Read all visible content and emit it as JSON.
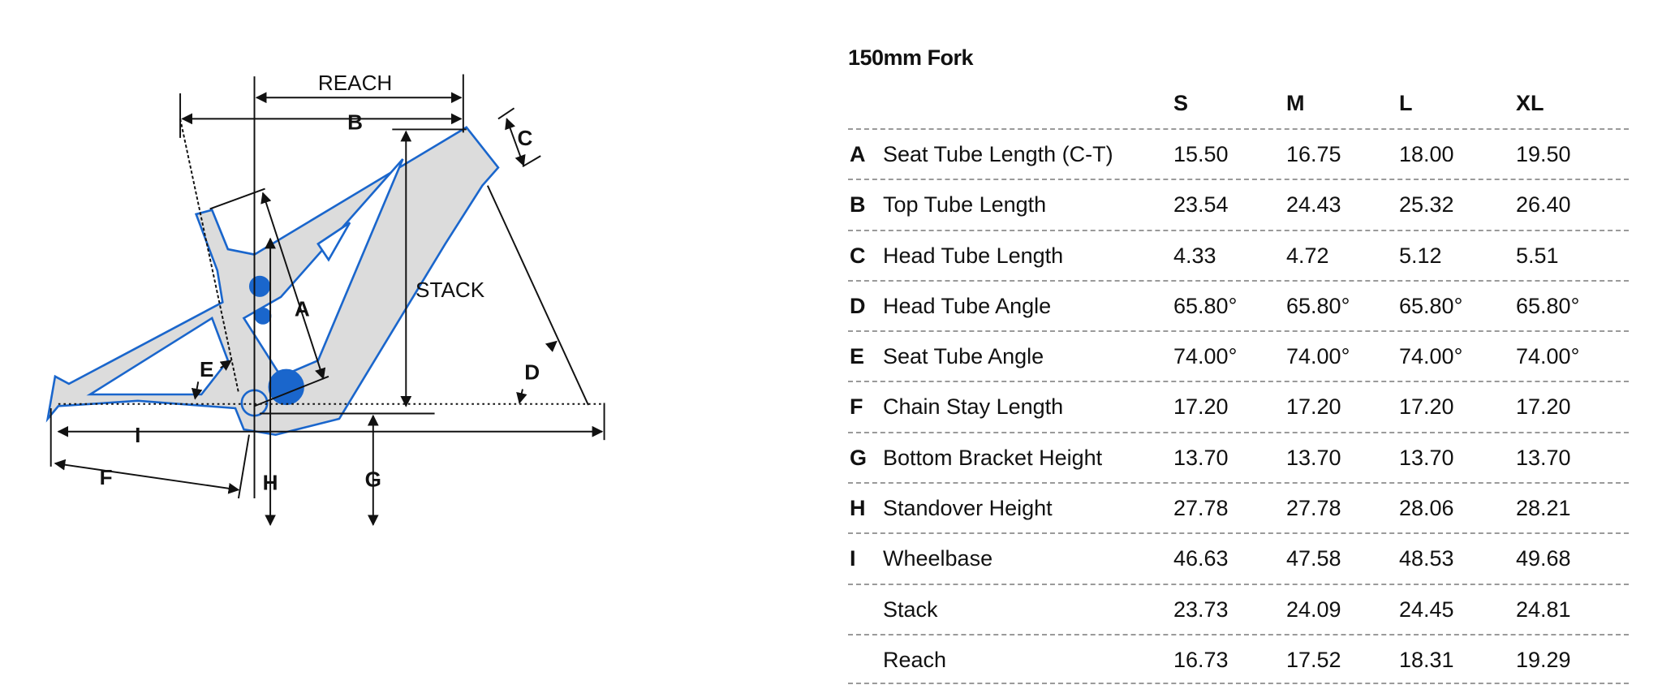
{
  "diagram": {
    "labels": {
      "reach": "REACH",
      "stack": "STACK",
      "a": "A",
      "b": "B",
      "c": "C",
      "d": "D",
      "e": "E",
      "f": "F",
      "g": "G",
      "h": "H",
      "i": "I"
    },
    "colors": {
      "frame_fill": "#dcdcdc",
      "frame_stroke": "#1a66cc",
      "dimension": "#111111"
    }
  },
  "table": {
    "title": "150mm Fork",
    "sizes": [
      "S",
      "M",
      "L",
      "XL"
    ],
    "rows": [
      {
        "letter": "A",
        "label": "Seat Tube Length (C-T)",
        "values": [
          "15.50",
          "16.75",
          "18.00",
          "19.50"
        ]
      },
      {
        "letter": "B",
        "label": "Top Tube Length",
        "values": [
          "23.54",
          "24.43",
          "25.32",
          "26.40"
        ]
      },
      {
        "letter": "C",
        "label": "Head Tube Length",
        "values": [
          "4.33",
          "4.72",
          "5.12",
          "5.51"
        ]
      },
      {
        "letter": "D",
        "label": "Head Tube Angle",
        "values": [
          "65.80°",
          "65.80°",
          "65.80°",
          "65.80°"
        ]
      },
      {
        "letter": "E",
        "label": "Seat Tube Angle",
        "values": [
          "74.00°",
          "74.00°",
          "74.00°",
          "74.00°"
        ]
      },
      {
        "letter": "F",
        "label": "Chain Stay Length",
        "values": [
          "17.20",
          "17.20",
          "17.20",
          "17.20"
        ]
      },
      {
        "letter": "G",
        "label": "Bottom Bracket Height",
        "values": [
          "13.70",
          "13.70",
          "13.70",
          "13.70"
        ]
      },
      {
        "letter": "H",
        "label": "Standover Height",
        "values": [
          "27.78",
          "27.78",
          "28.06",
          "28.21"
        ]
      },
      {
        "letter": "I",
        "label": "Wheelbase",
        "values": [
          "46.63",
          "47.58",
          "48.53",
          "49.68"
        ]
      },
      {
        "letter": "",
        "label": "Stack",
        "values": [
          "23.73",
          "24.09",
          "24.45",
          "24.81"
        ]
      },
      {
        "letter": "",
        "label": "Reach",
        "values": [
          "16.73",
          "17.52",
          "18.31",
          "19.29"
        ]
      }
    ]
  }
}
